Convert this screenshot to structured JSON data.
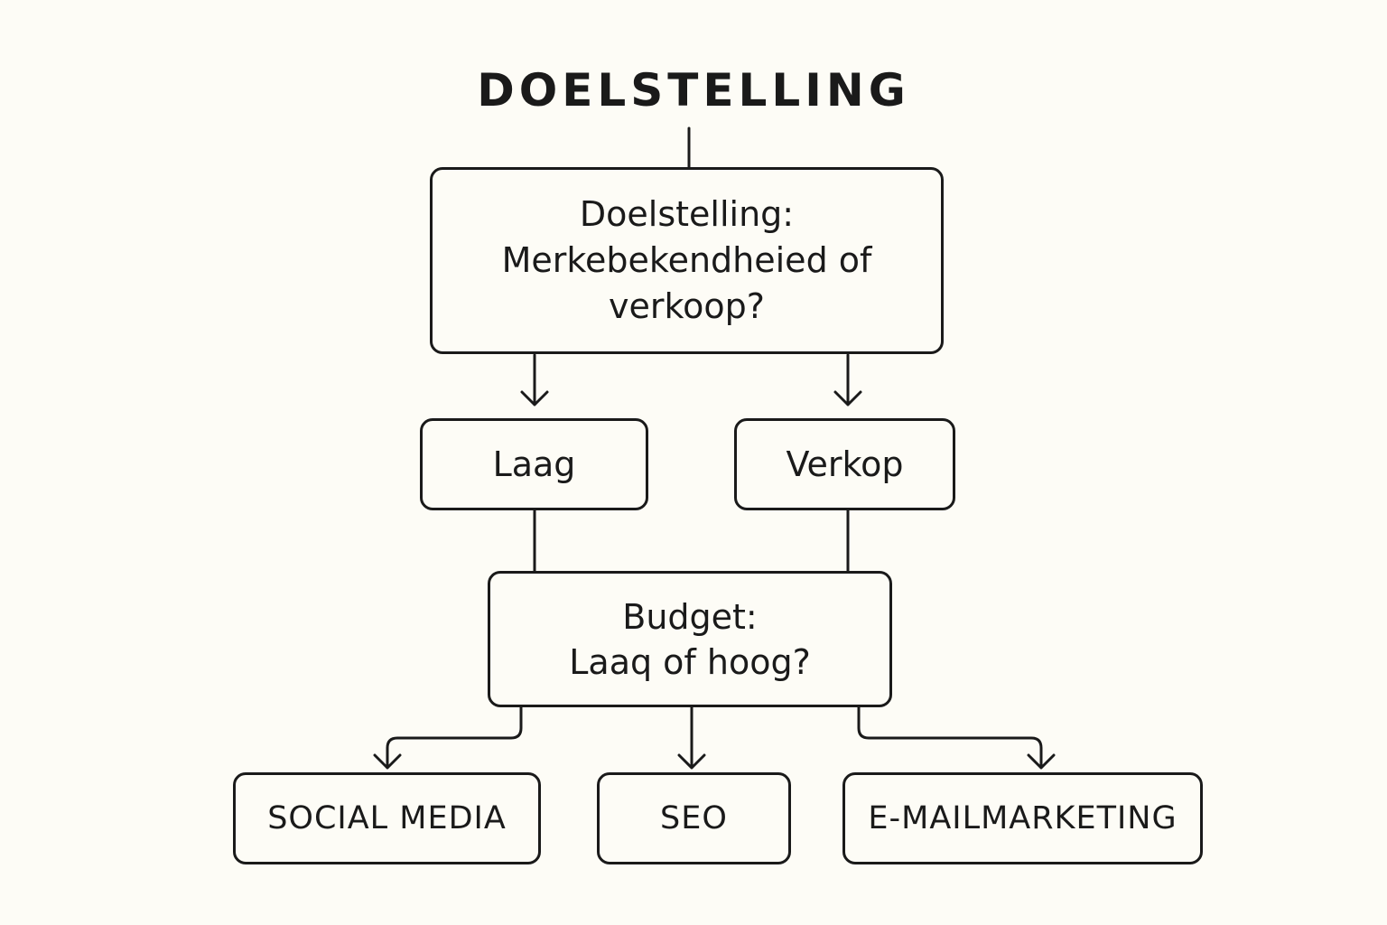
{
  "title": "DOELSTELLING",
  "goal_question": {
    "line1": "Doelstelling:",
    "line2": "Merkebekendheied of",
    "line3": "verkoop?"
  },
  "options": {
    "low": "Laag",
    "sale": "Verkop"
  },
  "budget_question": {
    "line1": "Budget:",
    "line2": "Laaq of hoog?"
  },
  "channels": {
    "social": "SOCIAL MEDIA",
    "seo": "SEO",
    "email": "E-MAILMARKETING"
  },
  "colors": {
    "background": "#fdfcf6",
    "stroke": "#1a1a1a"
  }
}
